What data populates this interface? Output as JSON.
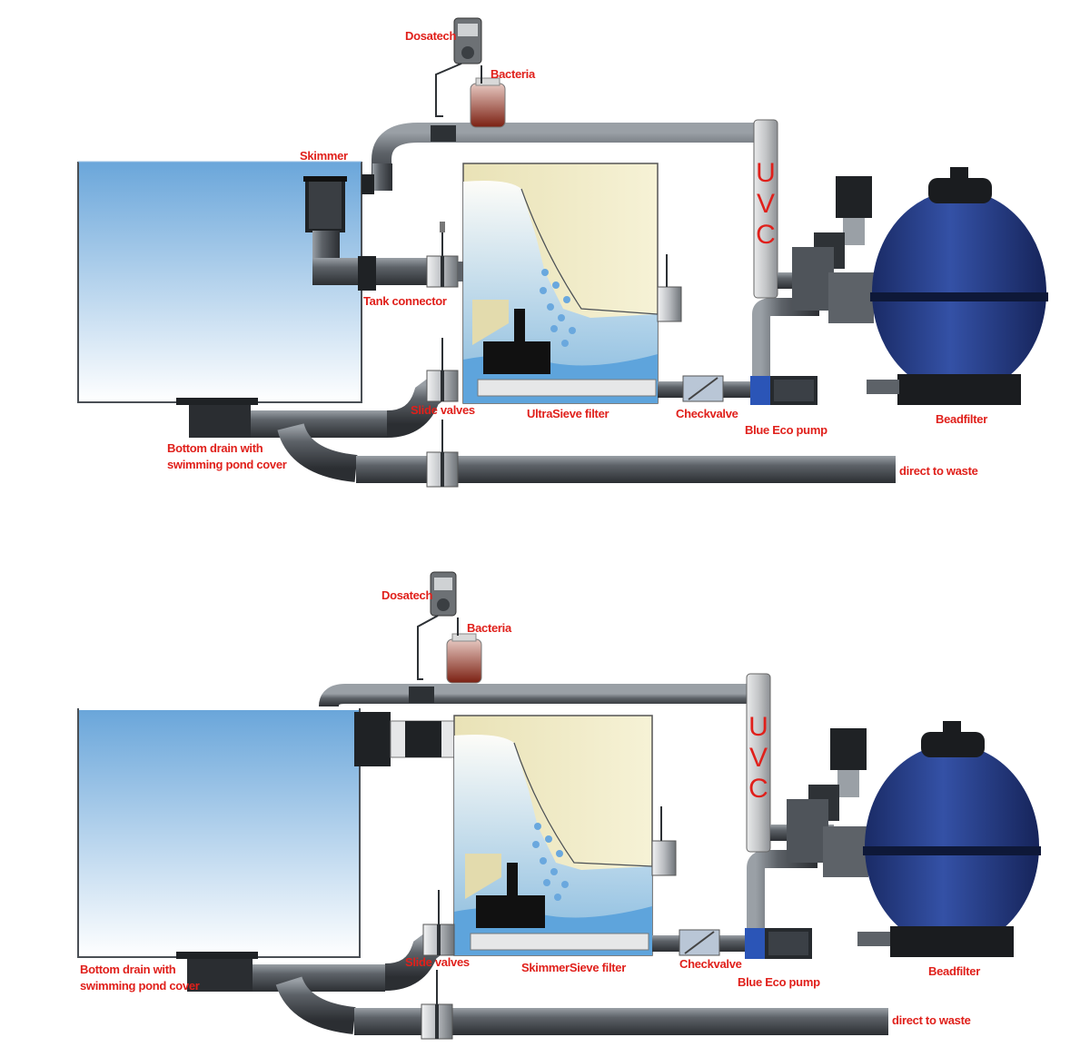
{
  "colors": {
    "label": "#e0201b",
    "pipe": "#4f545a",
    "pipe_dark": "#2e3236",
    "pond_water": "#7fb2de",
    "filter_body": "#efe9c4",
    "bead_filter": "#24377a",
    "bacteria": "#7b2012",
    "uvc": "#c9cbcd"
  },
  "diagram_top": {
    "labels": {
      "dosatech": "Dosatech",
      "bacteria": "Bacteria",
      "skimmer": "Skimmer",
      "tank_connector": "Tank connector",
      "uvc": "UVC",
      "slide_valves": "Slide valves",
      "filter": "UltraSieve filter",
      "checkvalve": "Checkvalve",
      "pump": "Blue Eco pump",
      "beadfilter": "Beadfilter",
      "bottom_drain_1": "Bottom drain with",
      "bottom_drain_2": "swimming pond cover",
      "waste": "direct to waste"
    }
  },
  "diagram_bottom": {
    "labels": {
      "dosatech": "Dosatech",
      "bacteria": "Bacteria",
      "uvc": "UVC",
      "slide_valves": "Slide valves",
      "filter": "SkimmerSieve filter",
      "checkvalve": "Checkvalve",
      "pump": "Blue Eco pump",
      "beadfilter": "Beadfilter",
      "bottom_drain_1": "Bottom drain with",
      "bottom_drain_2": "swimming pond cover",
      "waste": "direct to waste"
    }
  }
}
